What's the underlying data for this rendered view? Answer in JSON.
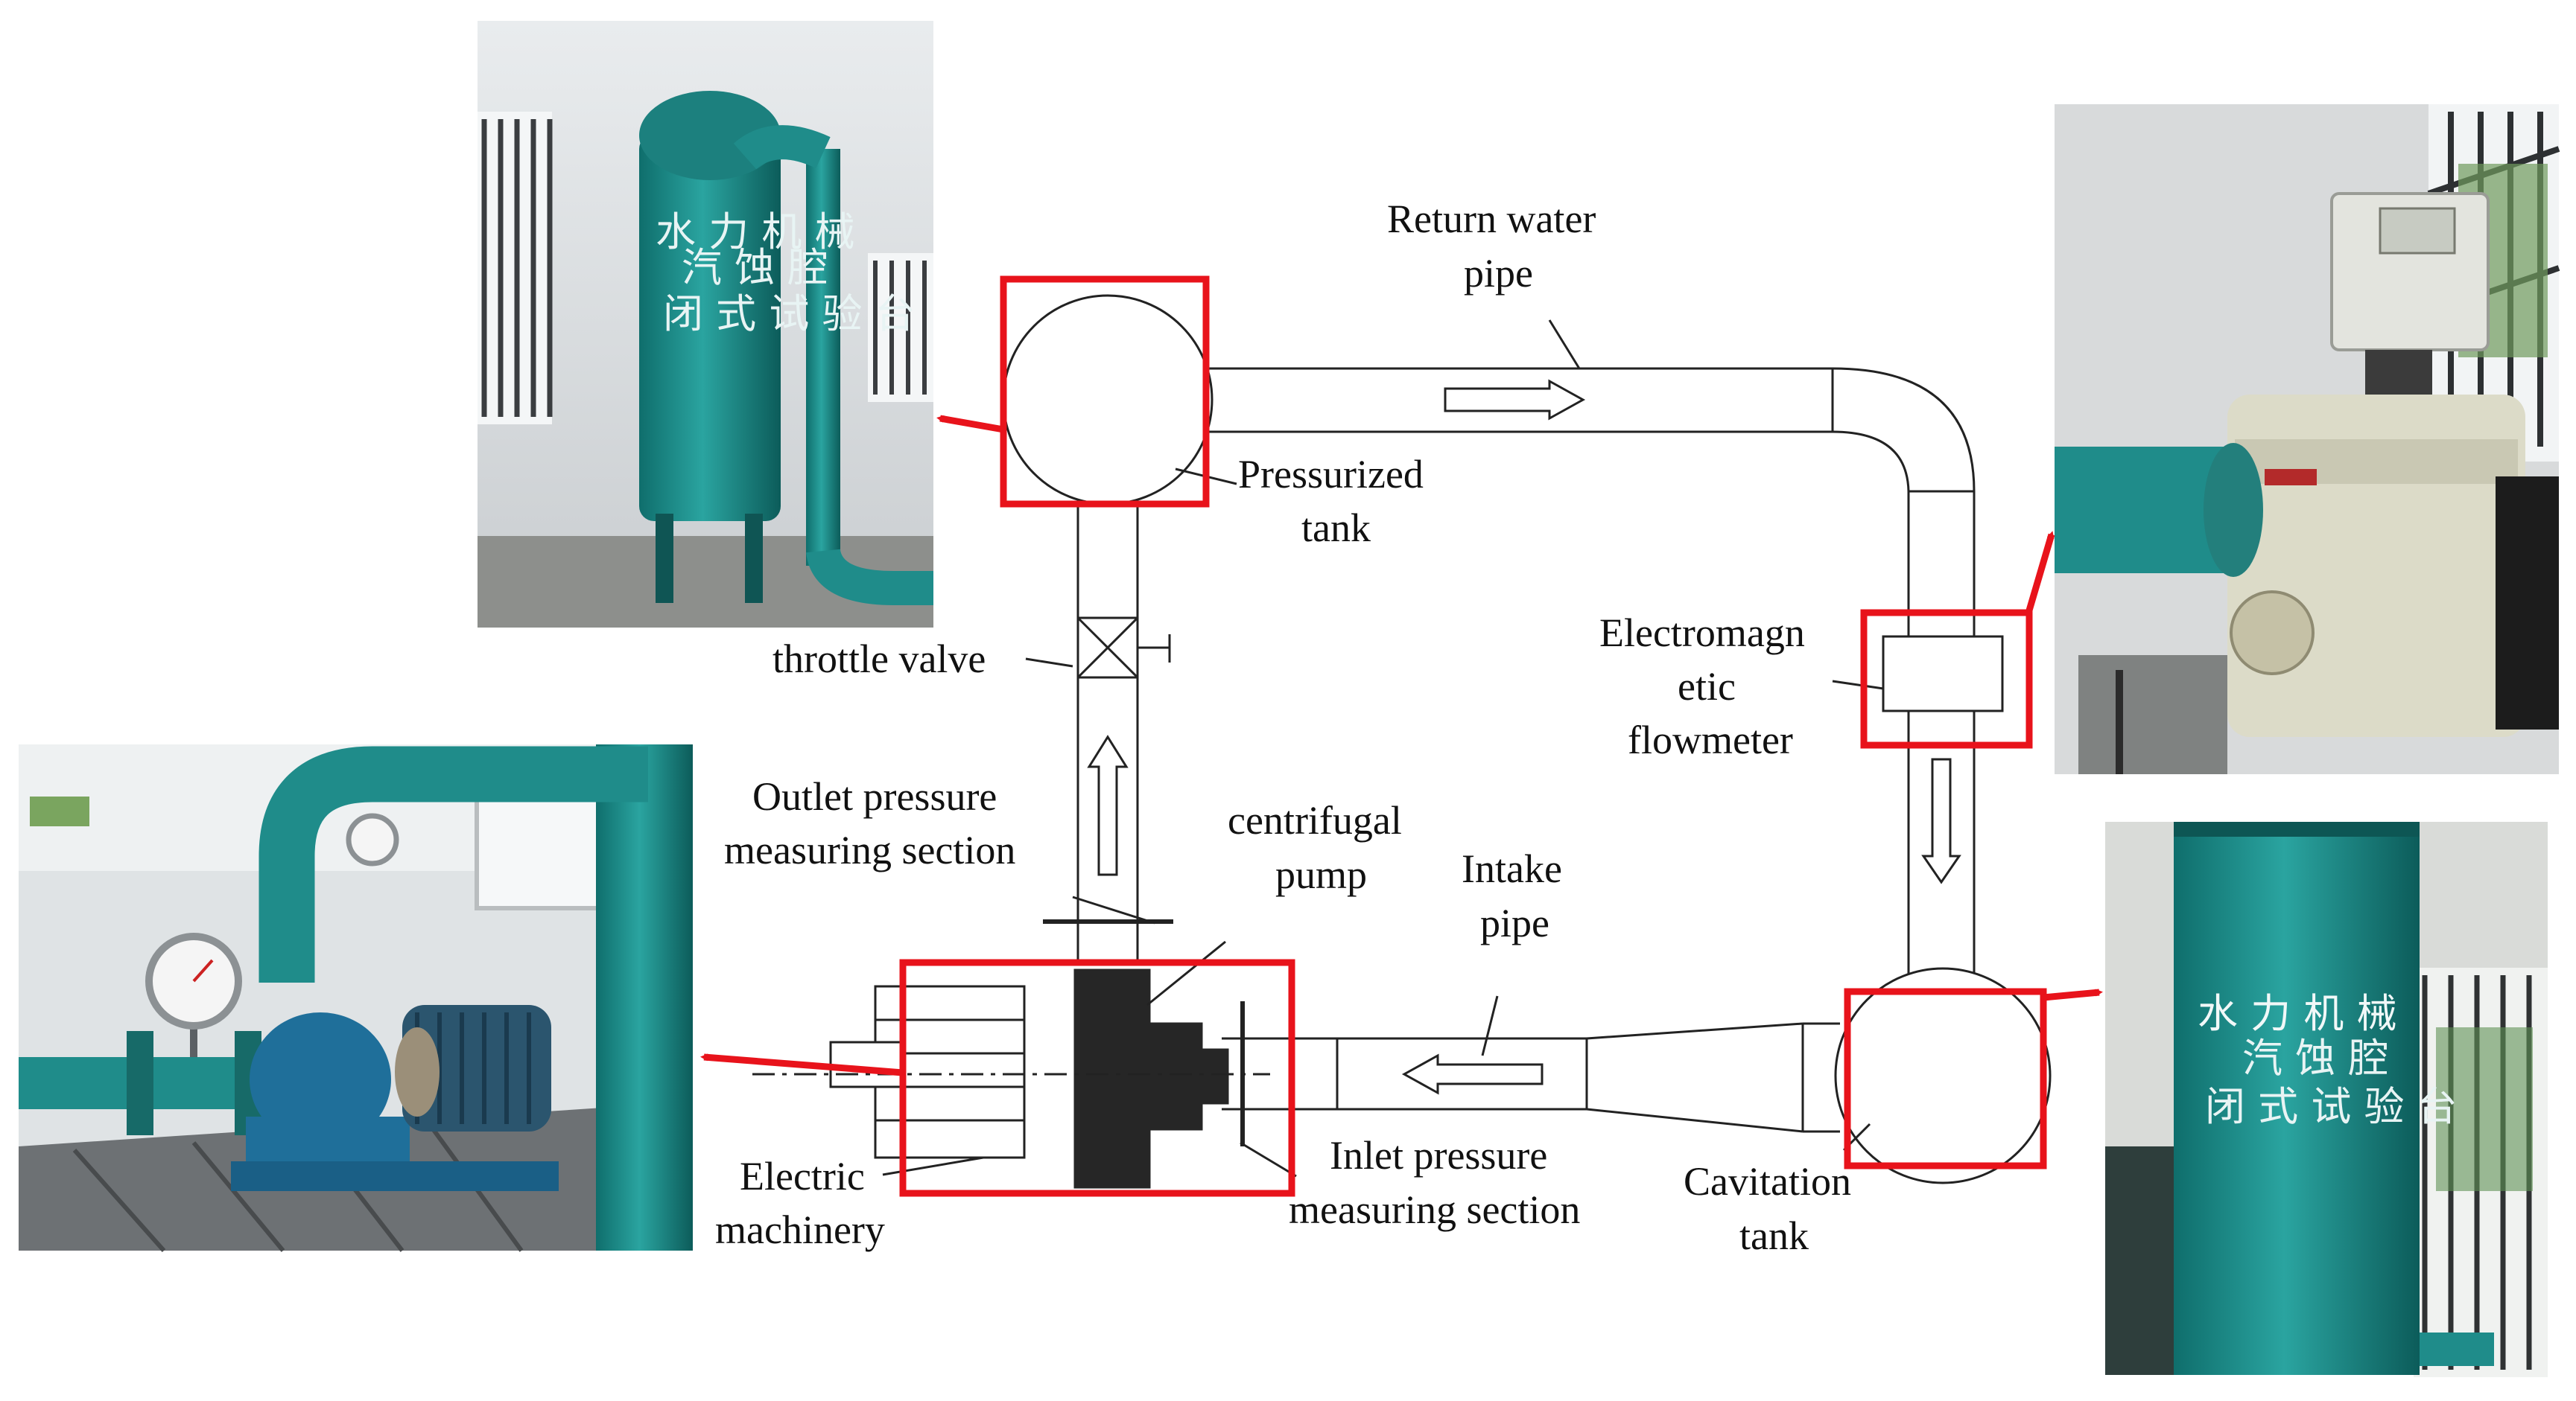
{
  "labels": {
    "return_water_pipe": [
      "Return water",
      "pipe"
    ],
    "pressurized_tank": [
      "Pressurized",
      "tank"
    ],
    "throttle_valve": [
      "throttle valve"
    ],
    "electromagnetic_flowmeter": [
      "Electromagn",
      "etic",
      "flowmeter"
    ],
    "outlet_pressure": [
      "Outlet pressure",
      "measuring section"
    ],
    "centrifugal_pump": [
      "centrifugal",
      "pump"
    ],
    "intake_pipe": [
      "Intake",
      "pipe"
    ],
    "electric_machinery": [
      "Electric",
      "machinery"
    ],
    "inlet_pressure": [
      "Inlet pressure",
      "measuring section"
    ],
    "cavitation_tank": [
      "Cavitation",
      "tank"
    ]
  },
  "photos": {
    "tank_signage": [
      "水 力 机 械",
      "汽 蚀 腔",
      "闭 式 试 验 台"
    ]
  },
  "colors": {
    "highlight": "#e8131b",
    "line": "#222222",
    "pump": "#262626",
    "pipe_teal": "#1f8c8a"
  }
}
